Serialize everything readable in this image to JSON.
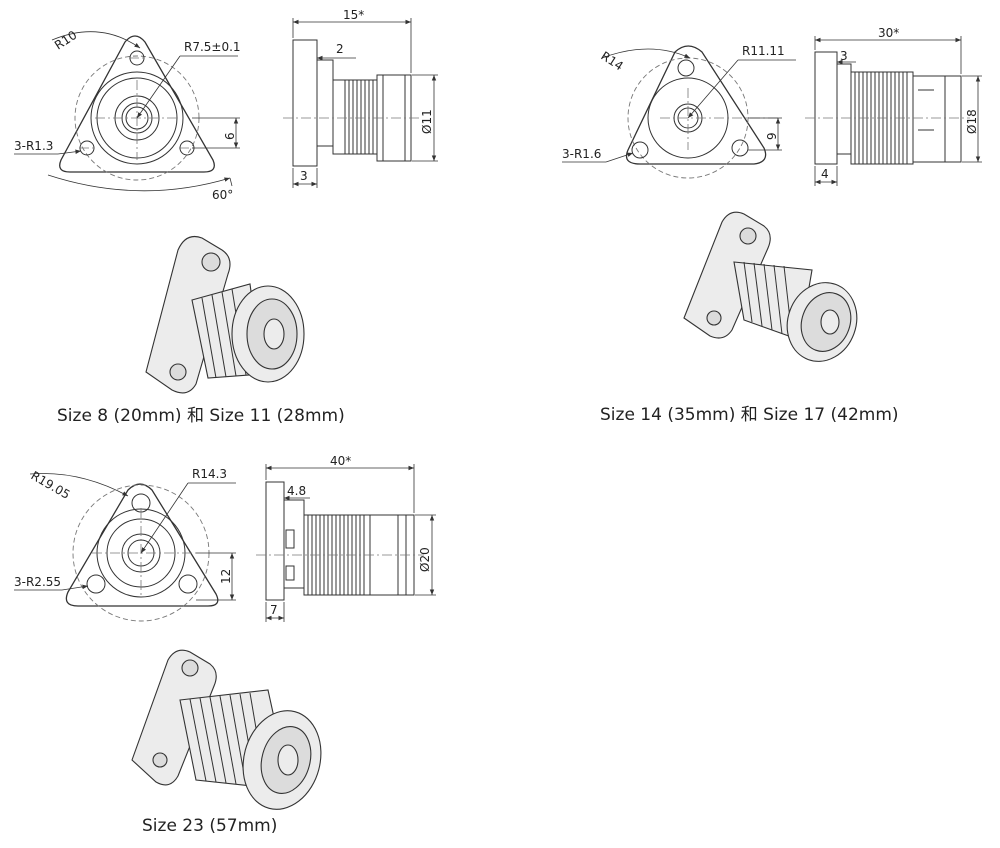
{
  "groups": [
    {
      "caption": "Size 8 (20mm) 和 Size 11 (28mm)",
      "dims": {
        "outer_radius": "R10",
        "inner_radius": "R7.5±0.1",
        "holes": "3-R1.3",
        "height": "6",
        "angle": "60°",
        "length": "15*",
        "step": "2",
        "flange": "3",
        "diameter": "Ø11"
      }
    },
    {
      "caption": "Size 14 (35mm) 和 Size 17 (42mm)",
      "dims": {
        "outer_radius": "R14",
        "inner_radius": "R11.11",
        "holes": "3-R1.6",
        "height": "9",
        "length": "30*",
        "step": "3",
        "flange": "4",
        "diameter": "Ø18"
      }
    },
    {
      "caption": "Size 23 (57mm)",
      "dims": {
        "outer_radius": "R19.05",
        "inner_radius": "R14.3",
        "holes": "3-R2.55",
        "height": "12",
        "length": "40*",
        "step": "4.8",
        "flange": "7",
        "diameter": "Ø20"
      }
    }
  ]
}
